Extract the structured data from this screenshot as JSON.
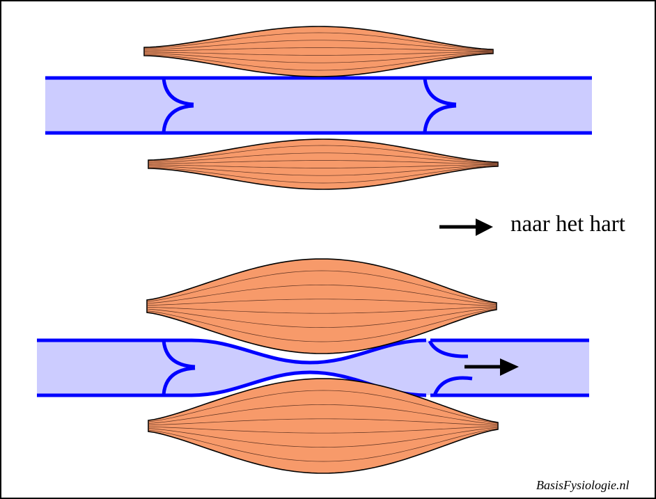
{
  "legend": {
    "label": "naar het hart",
    "arrow_icon": "right-arrow"
  },
  "watermark": "BasisFysiologie.nl",
  "colors": {
    "vessel_wall": "#0000ff",
    "vessel_fill": "#ccccff",
    "muscle": "#f79a6a",
    "outline": "#000000"
  },
  "panels": [
    {
      "state": "relaxed",
      "valves": [
        "closed",
        "closed"
      ]
    },
    {
      "state": "contracted",
      "valves": [
        "closed",
        "open"
      ],
      "flow": "right"
    }
  ]
}
